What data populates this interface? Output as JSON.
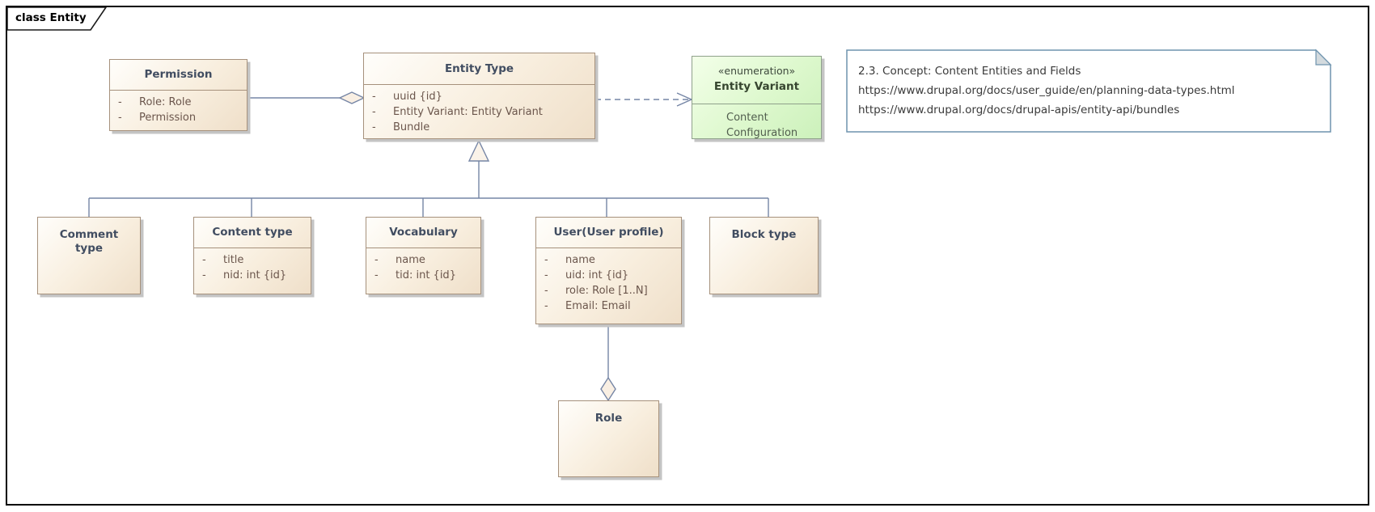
{
  "frame": {
    "label": "class Entity"
  },
  "ui": {
    "visibility_marker": "-"
  },
  "classes": {
    "permission": {
      "title": "Permission",
      "attributes": [
        "Role: Role",
        "Permission"
      ]
    },
    "entity_type": {
      "title": "Entity Type",
      "attributes": [
        "uuid {id}",
        "Entity Variant: Entity Variant",
        "Bundle"
      ]
    },
    "comment_type": {
      "title": "Comment type"
    },
    "content_type": {
      "title": "Content type",
      "attributes": [
        "title",
        "nid: int {id}"
      ]
    },
    "vocabulary": {
      "title": "Vocabulary",
      "attributes": [
        "name",
        "tid: int {id}"
      ]
    },
    "user": {
      "title": "User(User profile)",
      "attributes": [
        "name",
        "uid: int {id}",
        "role: Role [1..N]",
        "Email: Email"
      ]
    },
    "block_type": {
      "title": "Block type"
    },
    "role": {
      "title": "Role"
    }
  },
  "enumeration": {
    "stereotype": "«enumeration»",
    "title": "Entity Variant",
    "literals": [
      "Content",
      "Configuration"
    ]
  },
  "note": {
    "lines": [
      "2.3. Concept: Content Entities and Fields",
      "https://www.drupal.org/docs/user_guide/en/planning-data-types.html",
      "https://www.drupal.org/docs/drupal-apis/entity-api/bundles"
    ]
  },
  "colors": {
    "class_fill_light": "#fffefb",
    "class_fill_dark": "#efdfc9",
    "class_border": "#a6917c",
    "class_title_text": "#414d61",
    "attribute_text": "#6b564c",
    "enum_fill_light": "#f3ffe9",
    "enum_fill_dark": "#ccf1bb",
    "enum_border": "#8fa18b",
    "note_border": "#6e93ae",
    "connector": "#7585a5",
    "shadow": "#c4c4c4",
    "frame_border": "#000000"
  }
}
